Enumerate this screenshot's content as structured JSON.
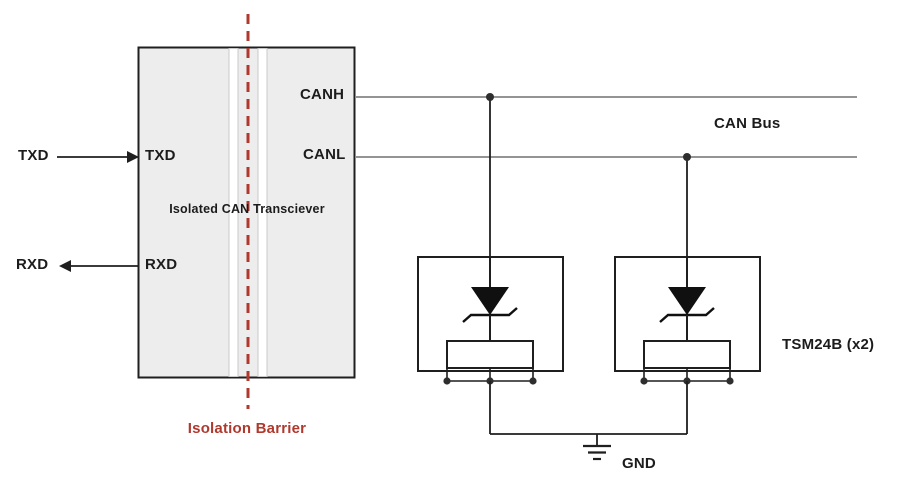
{
  "diagram": {
    "colors": {
      "barrier_red": "#b0392e",
      "box_fill": "#ededed",
      "line_dark": "#1f1f1f",
      "bus_gray": "#707070"
    },
    "transceiver": {
      "label": "Isolated CAN Transciever",
      "pins": {
        "txd": "TXD",
        "rxd": "RXD",
        "canh": "CANH",
        "canl": "CANL"
      }
    },
    "external": {
      "txd": "TXD",
      "rxd": "RXD"
    },
    "bus_label": "CAN Bus",
    "isolation_barrier_label": "Isolation Barrier",
    "tvs_label": "TSM24B (x2)",
    "gnd_label": "GND"
  }
}
